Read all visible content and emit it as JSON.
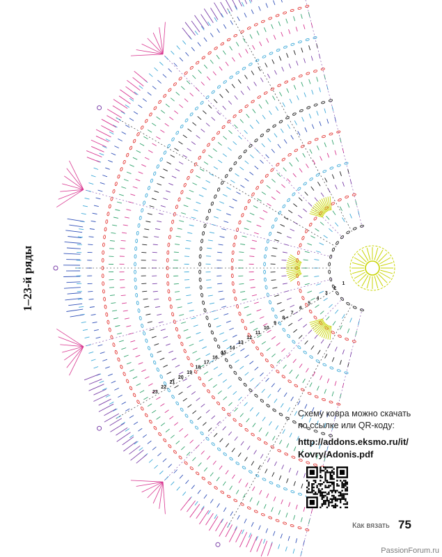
{
  "page": {
    "rows_title": "1–23-й ряды",
    "download_text": [
      "Схему ковра можно скачать",
      "по ссылке или QR-коду:"
    ],
    "link_line1": "http://addons.eksmo.ru/it/",
    "link_line2": "Kovry/Adonis.pdf",
    "section_label": "Как вязать",
    "page_number": "75",
    "watermark": "PassionForum.ru"
  },
  "row_numbers": [
    "1",
    "2",
    "3",
    "4",
    "5",
    "6",
    "7",
    "8",
    "9",
    "10",
    "11",
    "12",
    "13",
    "14",
    "15",
    "16",
    "17",
    "18",
    "19",
    "20",
    "21",
    "22",
    "23"
  ],
  "colors": {
    "yellow": "#c8d400",
    "black": "#1a1a1a",
    "cyan": "#3aa8d8",
    "green": "#2fa36b",
    "red": "#e2322f",
    "purple": "#7a3fa8",
    "magenta": "#d8348f",
    "blue": "#2f4fb8",
    "orange": "#f0a030"
  }
}
